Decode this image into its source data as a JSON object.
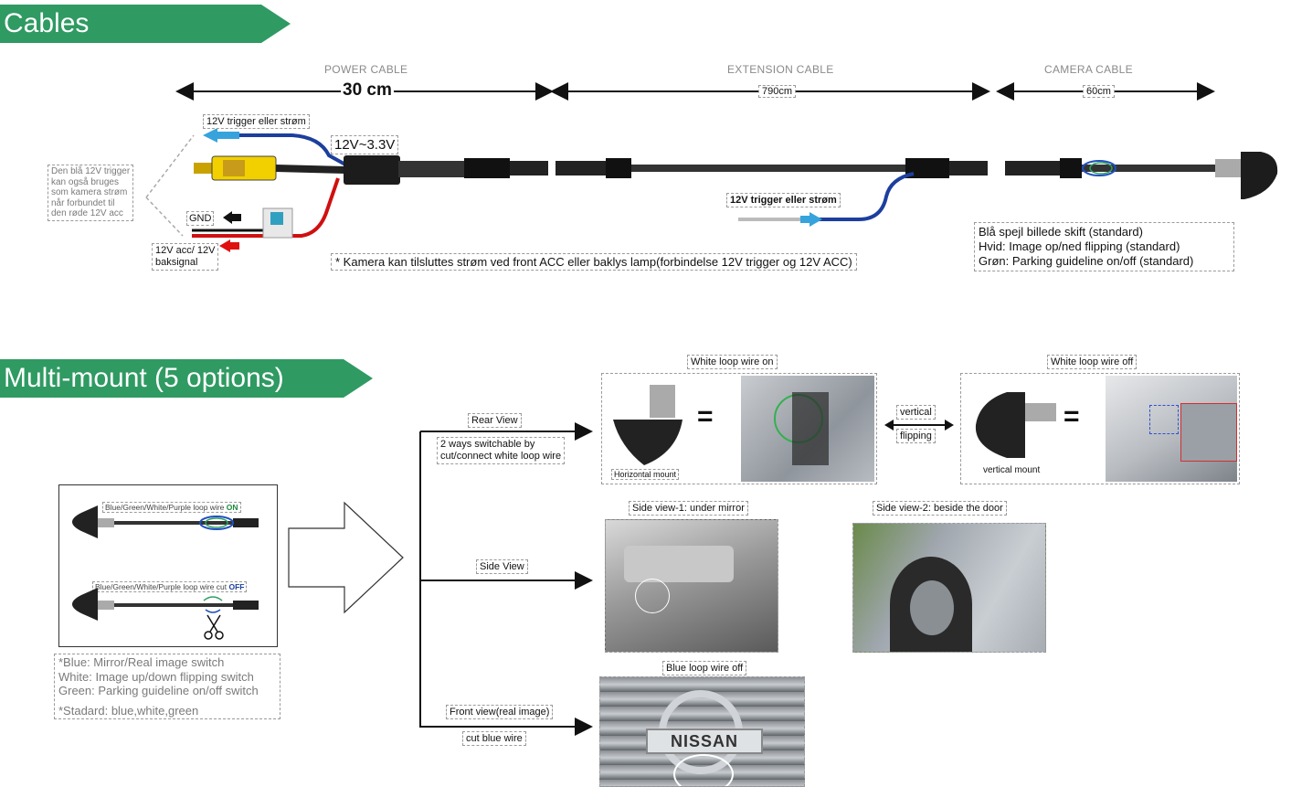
{
  "sections": {
    "cables": "Cables",
    "multimount": "Multi-mount (5 options)"
  },
  "cables": {
    "power_title": "POWER CABLE",
    "power_length": "30 cm",
    "extension_title": "EXTENSION CABLE",
    "extension_length": "790cm",
    "camera_title": "CAMERA CABLE",
    "camera_length": "60cm",
    "voltage": "12V~3.3V",
    "trigger_label": "12V trigger eller strøm",
    "trigger_label_2": "12V trigger eller strøm",
    "gnd_label": "GND",
    "acc_label_1": "12V acc/ 12V",
    "acc_label_2": "baksignal",
    "note_left": [
      "Den blå 12V trigger",
      "kan også bruges",
      "som kamera strøm",
      "når forbundet til",
      "den røde 12V acc"
    ],
    "footnote": "* Kamera kan tilsluttes strøm ved front ACC eller baklys lamp(forbindelse 12V trigger og 12V ACC)",
    "loop_notes": [
      "Blå spejl billede skift (standard)",
      "Hvid: Image op/ned flipping (standard)",
      " Grøn: Parking guideline on/off (standard)"
    ]
  },
  "multimount": {
    "wire_on": "Blue/Green/White/Purple loop wire ",
    "wire_on_state": "ON",
    "wire_off": "Blue/Green/White/Purple loop wire cut ",
    "wire_off_state": "OFF",
    "legend": [
      "*Blue:  Mirror/Real  image  switch",
      "White: Image up/down flipping switch",
      "Green: Parking guideline on/off switch"
    ],
    "standard": "*Stadard: blue,white,green",
    "rear_view": "Rear View",
    "rear_note_1": "2 ways switchable by",
    "rear_note_2": "cut/connect white loop wire",
    "side_view": "Side View",
    "front_view": "Front view(real image)",
    "cut_blue": "cut blue wire",
    "white_on": "White loop wire on",
    "white_off": "White loop wire off",
    "horizontal_mount": "Horizontal mount",
    "vertical_mount": "vertical mount",
    "vertical": "vertical",
    "flipping": "flipping",
    "equals": "=",
    "side1": "Side view-1: under mirror",
    "side2": "Side view-2: beside the door",
    "blue_off": "Blue loop wire off",
    "brand": "NISSAN"
  }
}
